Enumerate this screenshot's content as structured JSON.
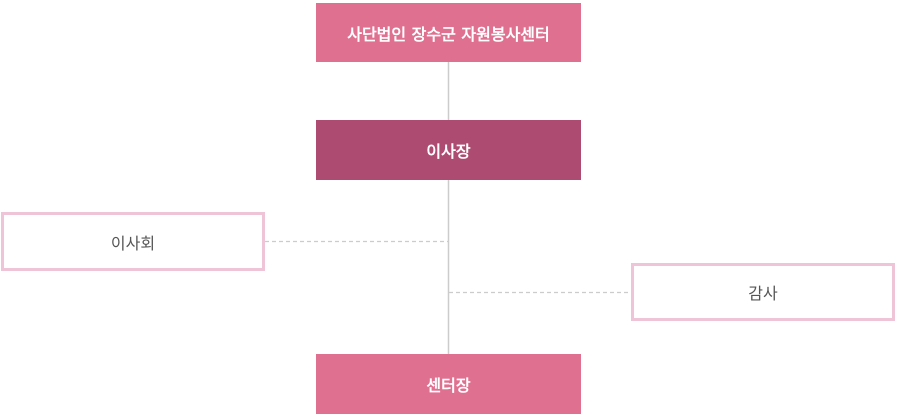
{
  "colors": {
    "pink": "#e07090",
    "deep_pink": "#ad4c70",
    "outline_pink": "#eec4d6",
    "line_gray": "#cccccc",
    "text_gray": "#555555"
  },
  "org_chart": {
    "top": {
      "label": "사단법인 장수군 자원봉사센터"
    },
    "chair": {
      "label": "이사장"
    },
    "board": {
      "label": "이사회"
    },
    "audit": {
      "label": "감사"
    },
    "director": {
      "label": "센터장"
    }
  }
}
